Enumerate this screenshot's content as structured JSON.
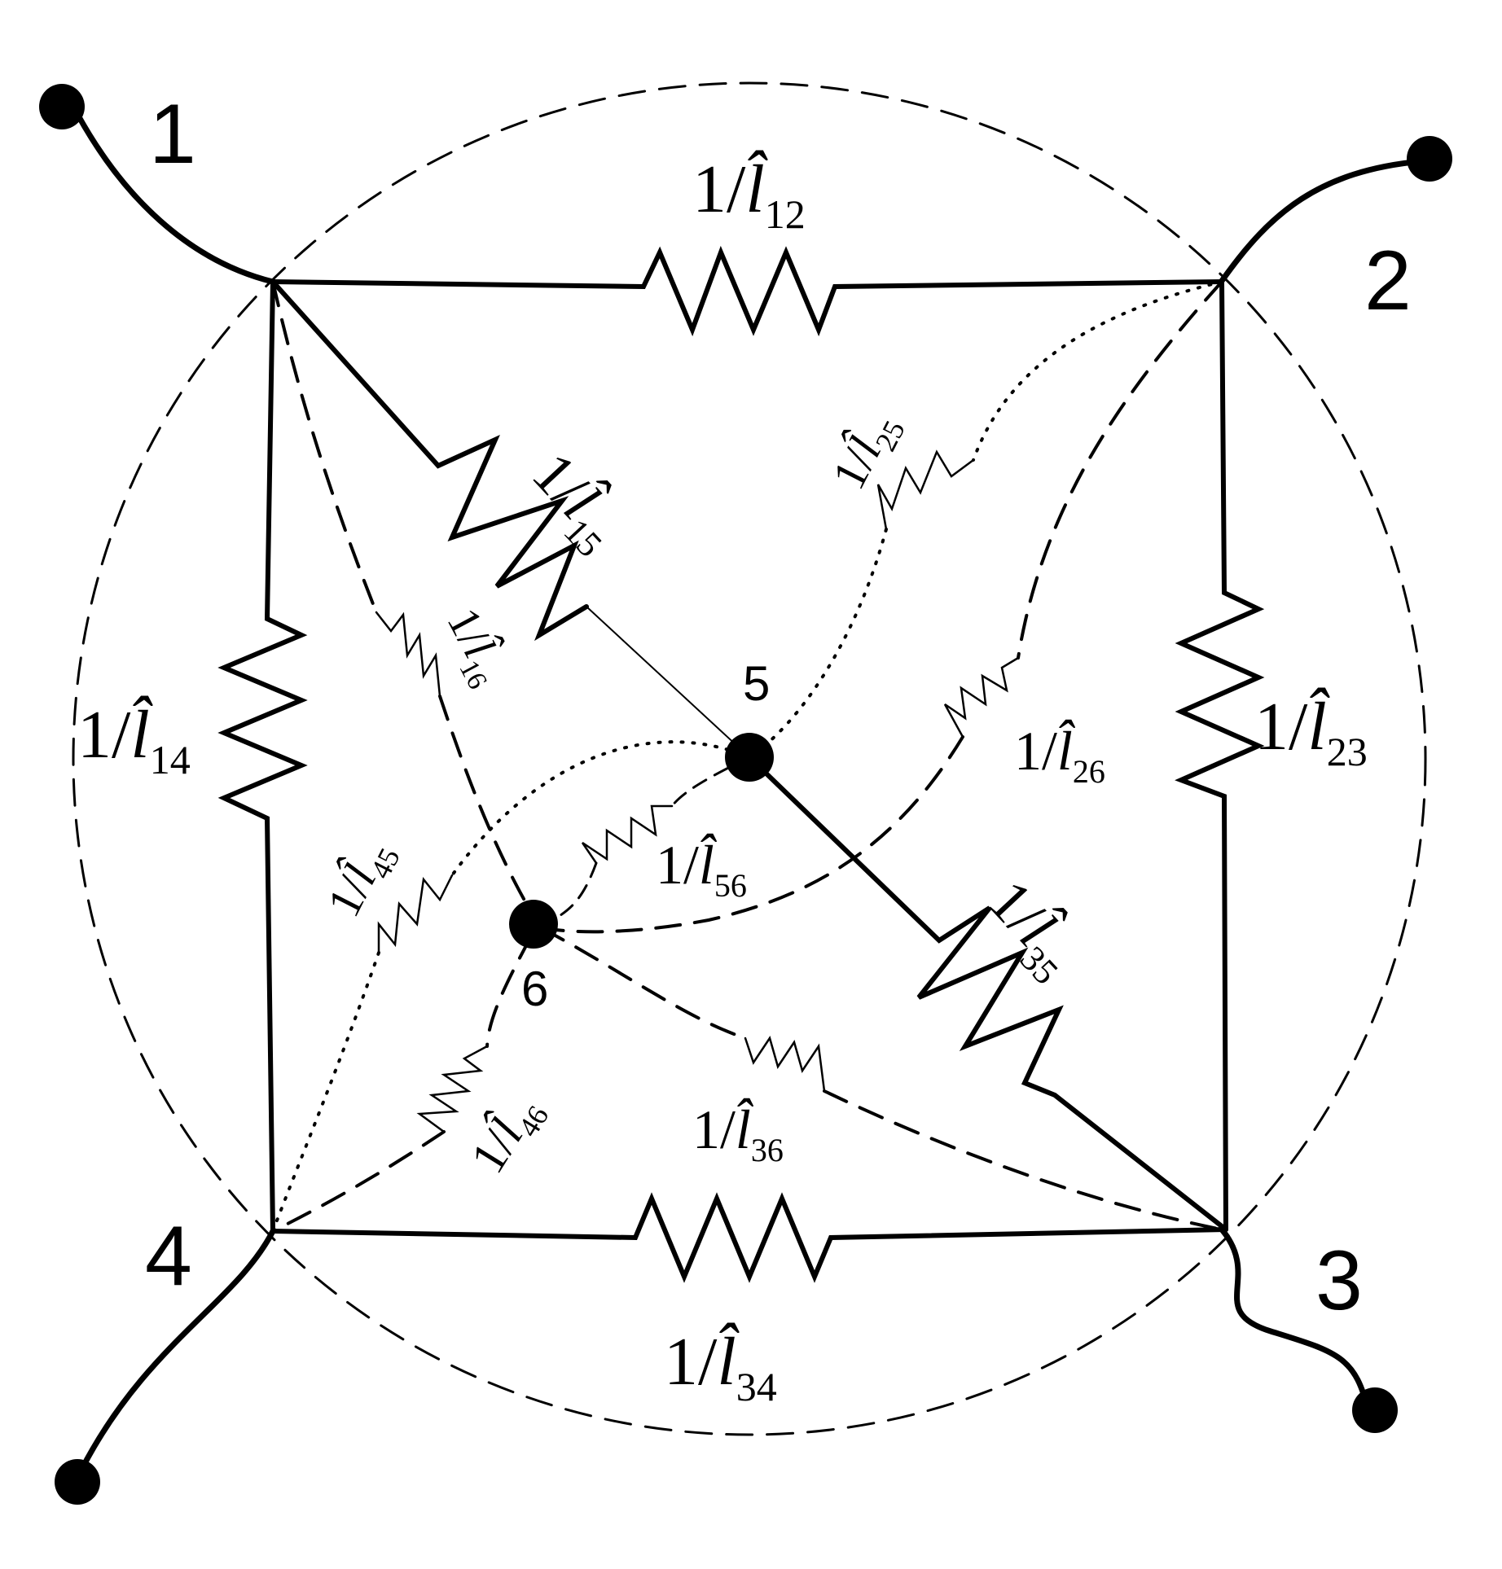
{
  "diagram": {
    "nodes": [
      {
        "id": "1",
        "label": "1"
      },
      {
        "id": "2",
        "label": "2"
      },
      {
        "id": "3",
        "label": "3"
      },
      {
        "id": "4",
        "label": "4"
      },
      {
        "id": "5",
        "label": "5"
      },
      {
        "id": "6",
        "label": "6"
      }
    ],
    "edges": [
      {
        "id": "12",
        "from": "1",
        "to": "2",
        "style": "solid",
        "label": {
          "numerator": "1/",
          "symbol": "l̂",
          "subscript": "12"
        }
      },
      {
        "id": "14",
        "from": "1",
        "to": "4",
        "style": "solid",
        "label": {
          "numerator": "1/",
          "symbol": "l̂",
          "subscript": "14"
        }
      },
      {
        "id": "23",
        "from": "2",
        "to": "3",
        "style": "solid",
        "label": {
          "numerator": "1/",
          "symbol": "l̂",
          "subscript": "23"
        }
      },
      {
        "id": "34",
        "from": "3",
        "to": "4",
        "style": "solid",
        "label": {
          "numerator": "1/",
          "symbol": "l̂",
          "subscript": "34"
        }
      },
      {
        "id": "15",
        "from": "1",
        "to": "5",
        "style": "solid",
        "label": {
          "numerator": "1/",
          "symbol": "l̂",
          "subscript": "15"
        }
      },
      {
        "id": "35",
        "from": "3",
        "to": "5",
        "style": "solid",
        "label": {
          "numerator": "1/",
          "symbol": "l̂",
          "subscript": "35"
        }
      },
      {
        "id": "25",
        "from": "2",
        "to": "5",
        "style": "dotted",
        "label": {
          "numerator": "1/",
          "symbol": "l̂",
          "subscript": "25"
        }
      },
      {
        "id": "45",
        "from": "4",
        "to": "5",
        "style": "dotted",
        "label": {
          "numerator": "1/",
          "symbol": "l̂",
          "subscript": "45"
        }
      },
      {
        "id": "16",
        "from": "1",
        "to": "6",
        "style": "dashed",
        "label": {
          "numerator": "1/",
          "symbol": "l̂",
          "subscript": "16"
        }
      },
      {
        "id": "26",
        "from": "2",
        "to": "6",
        "style": "dashed",
        "label": {
          "numerator": "1/",
          "symbol": "l̂",
          "subscript": "26"
        }
      },
      {
        "id": "36",
        "from": "3",
        "to": "6",
        "style": "dashed",
        "label": {
          "numerator": "1/",
          "symbol": "l̂",
          "subscript": "36"
        }
      },
      {
        "id": "46",
        "from": "4",
        "to": "6",
        "style": "dashed",
        "label": {
          "numerator": "1/",
          "symbol": "l̂",
          "subscript": "46"
        }
      },
      {
        "id": "56",
        "from": "5",
        "to": "6",
        "style": "dashed",
        "label": {
          "numerator": "1/",
          "symbol": "l̂",
          "subscript": "56"
        }
      }
    ],
    "outer_boundary": "dashed-circle"
  }
}
